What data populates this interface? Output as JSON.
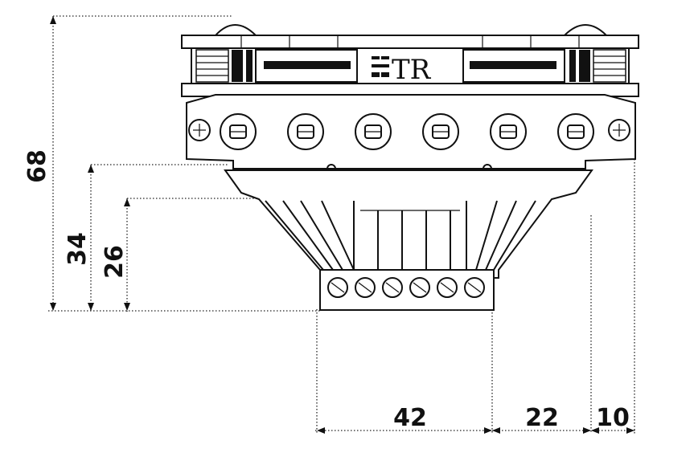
{
  "brand": "TR",
  "dimensions": {
    "total_height": "68",
    "mid_height": "34",
    "base_height": "26",
    "base_width": "42",
    "offset": "22",
    "edge": "10"
  },
  "colors": {
    "line": "#111111",
    "background": "#ffffff"
  }
}
